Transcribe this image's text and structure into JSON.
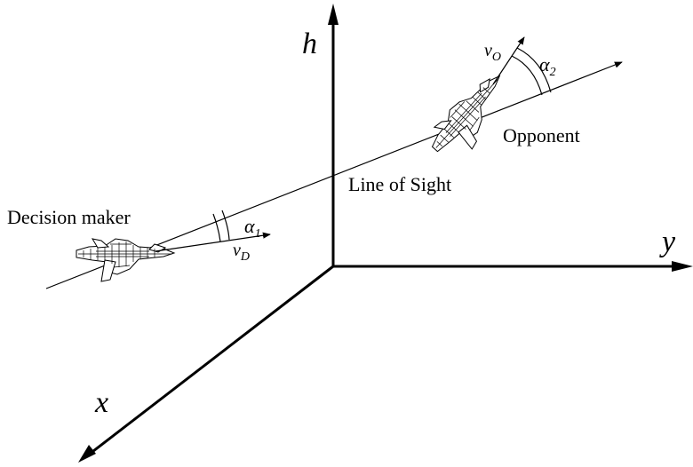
{
  "axes": {
    "h": "h",
    "y": "y",
    "x": "x"
  },
  "labels": {
    "line_of_sight": "Line of Sight",
    "decision_maker": "Decision maker",
    "opponent": "Opponent"
  },
  "angles": {
    "alpha1": {
      "symbol": "α",
      "subscript": "1"
    },
    "alpha2": {
      "symbol": "α",
      "subscript": "2"
    }
  },
  "velocities": {
    "v_d": {
      "symbol": "v",
      "subscript": "D"
    },
    "v_o": {
      "symbol": "v",
      "subscript": "O"
    }
  },
  "colors": {
    "ink": "#000000",
    "background": "#ffffff"
  }
}
